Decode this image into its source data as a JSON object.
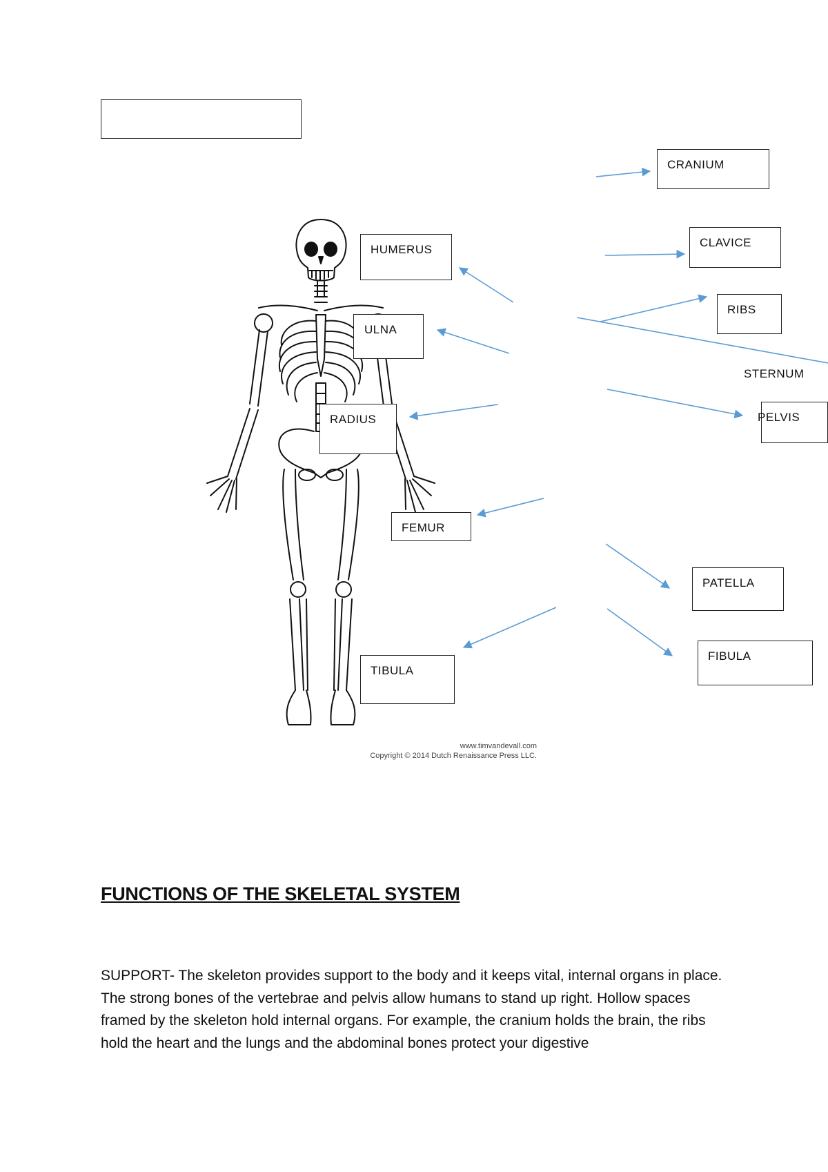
{
  "labels": {
    "cranium": "CRANIUM",
    "clavice": "CLAVICE",
    "ribs": "RIBS",
    "sternum": "STERNUM",
    "pelvis": "PELVIS",
    "humerus": "HUMERUS",
    "ulna": "ULNA",
    "radius": "RADIUS",
    "femur": "FEMUR",
    "patella": "PATELLA",
    "fibula": "FIBULA",
    "tibula": "TIBULA"
  },
  "title_box": "",
  "credit": {
    "url": "www.timvandevall.com",
    "copyright": "Copyright © 2014 Dutch Renaissance Press LLC."
  },
  "section": {
    "heading": "FUNCTIONS OF THE SKELETAL SYSTEM",
    "body": "SUPPORT- The skeleton provides support to the body and it keeps vital, internal organs in place. The strong bones of the vertebrae and pelvis allow humans to stand up right. Hollow spaces framed by the skeleton hold internal organs. For example, the cranium holds the brain, the ribs hold the heart and the lungs and the abdominal bones protect your digestive"
  },
  "colors": {
    "arrow": "#5b9bd5",
    "border": "#222222"
  }
}
